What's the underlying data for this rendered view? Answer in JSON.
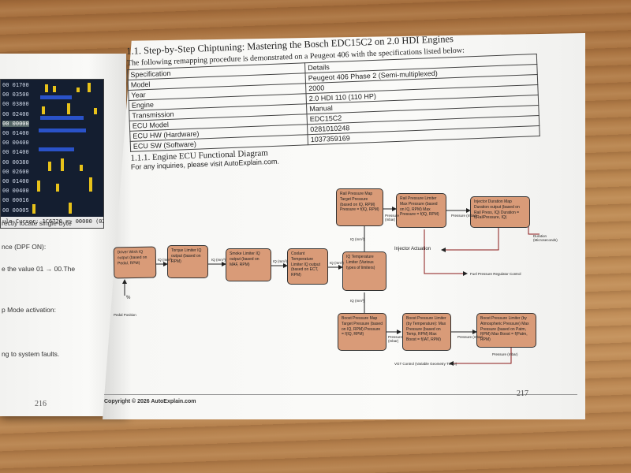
{
  "left_page": {
    "hex_rows": [
      "00 01700",
      "00 03500",
      "00 03800",
      "00 02400",
      "00 00000",
      "00 01400",
      "00 00400",
      "00 01400",
      "00 00380",
      "00 02600",
      "00 01400",
      "00 00400",
      "00 00016",
      "00 00005"
    ],
    "status_bar": "ule  Cursor: 1C6720 => 00000 (02",
    "lines": [
      "rectly locate single-byte",
      "nce (DPF ON):",
      "e the value 01 → 00.The",
      "p Mode activation:",
      "ng to system faults."
    ],
    "page_number": "216"
  },
  "right_page": {
    "title": "1.1. Step-by-Step Chiptuning: Mastering the Bosch EDC15C2 on 2.0 HDI Engines",
    "intro": "The following remapping procedure is demonstrated on a Peugeot 406 with the specifications listed below:",
    "spec_table": [
      [
        "Specification",
        "Details"
      ],
      [
        "Model",
        "Peugeot 406 Phase 2 (Semi-multiplexed)"
      ],
      [
        "Year",
        "2000"
      ],
      [
        "Engine",
        "2.0 HDI 110 (110 HP)"
      ],
      [
        "Transmission",
        "Manual"
      ],
      [
        "ECU Model",
        "EDC15C2"
      ],
      [
        "ECU HW (Hardware)",
        "0281010248"
      ],
      [
        "ECU SW (Software)",
        "1037359169"
      ]
    ],
    "subheading": "1.1.1. Engine ECU Functional Diagram",
    "inquiry": "For any inquiries, please visit AutoExplain.com.",
    "page_number": "217",
    "copyright": "Copyright © 2026 AutoExplain.com"
  },
  "diagram": {
    "nodes": {
      "driver_wish": "Driver Wish IQ output (based on Pedal, RPM)",
      "torque_limiter": "Torque Limiter IQ output (based on RPM)",
      "smoke_limiter": "Smoke Limiter IQ output (based on MAF, RPM)",
      "coolant_limiter": "Coolant Temperature Limiter IQ output (based on ECT, RPM)",
      "iq_temp_limiter": "IQ Temperature Limiter (Various types of limiters)",
      "rail_pressure_map": "Rail Pressure Map Target Pressure (based on IQ, RPM) Pressure = f(IQ, RPM)",
      "rail_pressure_limiter": "Rail Pressure Limiter Max Pressure (based on IQ, RPM) Max Pressure = f(IQ, RPM)",
      "injector_duration_map": "Injector Duration Map Duration output (based on Rail Press, IQ) Duration = f(RailPressure, IQ)",
      "boost_pressure_map": "Boost Pressure Map Target Pressure (based on IQ, RPM) Pressure = f(IQ, RPM)",
      "boost_limiter_temp": "Boost Pressure Limiter (by Temperature): Max Pressure (based on Temp, RPM) Max Boost = f(IAT, RPM)",
      "boost_limiter_atm": "Boost Pressure Limiter (by Atmospheric Pressure) Max Pressure (based on Patm, RPM) Max Boost = f(Patm, RPM)"
    },
    "labels": {
      "percent": "%",
      "pedal_position": "Pedal Position",
      "iq_mm3": "IQ (mm³)",
      "pressure_mbar": "Pressure (mbar)",
      "duration_us": "Duration (Microseconds)",
      "injector_actuation": "Injector Actuation",
      "fuel_pressure_regulator": "Fuel Pressure Regulator Control",
      "vgt_control": "VGT Control (Variable Geometry Turbo)"
    },
    "colors": {
      "node_fill": "#d99b78",
      "arrow_accent": "#8b1a1a"
    }
  }
}
